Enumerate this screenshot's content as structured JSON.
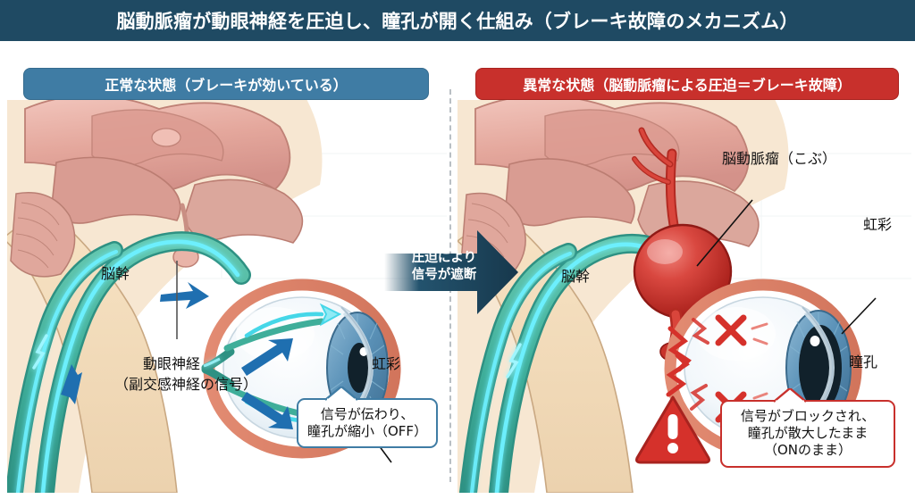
{
  "title": "脳動脈瘤が動眼神経を圧迫し、瞳孔が開く仕組み（ブレーキ故障のメカニズム）",
  "panels": {
    "normal": {
      "header": "正常な状態（ブレーキが効いている）",
      "header_color": "#3f7ca4",
      "labels": {
        "brainstem": "脳幹",
        "nerve_line1": "動眼神経",
        "nerve_line2": "（副交感神経の信号）",
        "iris": "虹彩"
      },
      "callout": {
        "line1": "信号が伝わり、",
        "line2": "瞳孔が縮小（OFF）"
      }
    },
    "abnormal": {
      "header": "異常な状態（脳動脈瘤による圧迫＝ブレーキ故障）",
      "header_color": "#c8302c",
      "labels": {
        "aneurysm": "脳動脈瘤（こぶ）",
        "brainstem": "脳幹",
        "iris": "虹彩",
        "pupil": "瞳孔"
      },
      "callout": {
        "line1": "信号がブロックされ、",
        "line2": "瞳孔が散大したまま",
        "line3": "（ONのまま）"
      },
      "warning_icon": "warning-triangle-icon"
    }
  },
  "center_arrow": {
    "line1": "圧迫により",
    "line2": "信号が遮断",
    "color": "#1f4a63"
  },
  "colors": {
    "title_bar": "#1f4a63",
    "nerve_teal": "#3fae9a",
    "signal_cyan": "#4fe3f5",
    "arrow_blue": "#1f6fb0",
    "aneurysm_red": "#cf2f28",
    "block_red": "#d5312b",
    "brain_pink": "#e9b3ab",
    "tissue_cream": "#f2d9b8",
    "iris_blue": "#5b92b8"
  }
}
